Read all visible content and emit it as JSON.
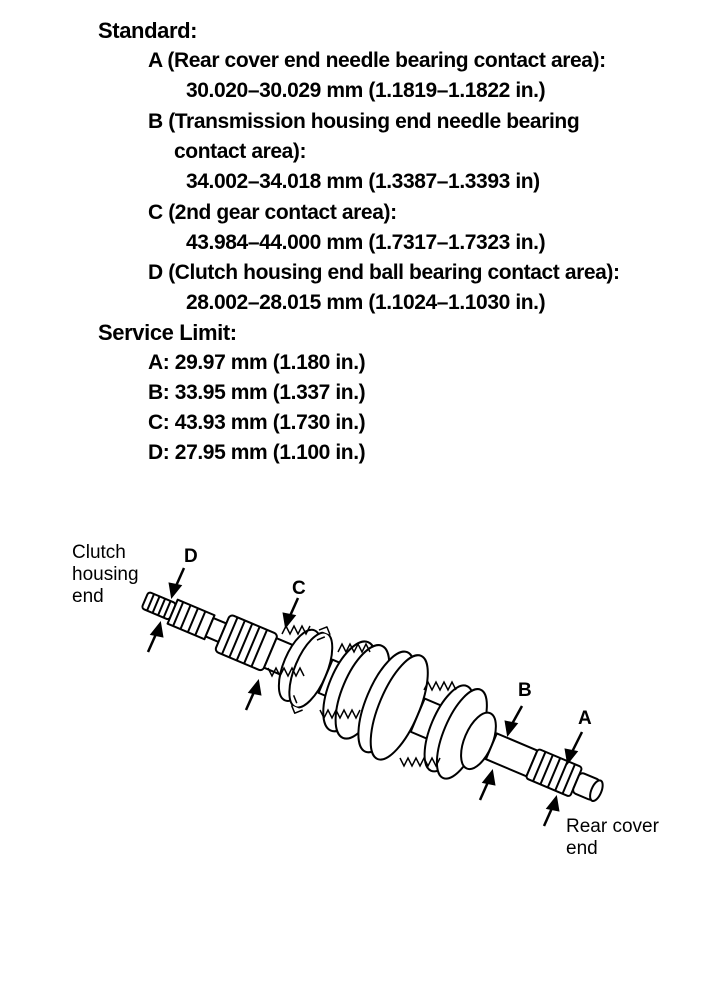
{
  "standard": {
    "heading": "Standard:",
    "a_label": "A (Rear cover end needle bearing contact area):",
    "a_value": "30.020–30.029 mm (1.1819–1.1822 in.)",
    "b_label": "B (Transmission housing end needle bearing",
    "b_label_cont": "contact area):",
    "b_value": "34.002–34.018 mm (1.3387–1.3393 in)",
    "c_label": "C (2nd gear contact area):",
    "c_value": "43.984–44.000 mm (1.7317–1.7323 in.)",
    "d_label": "D (Clutch housing end ball bearing contact area):",
    "d_value": "28.002–28.015 mm (1.1024–1.1030 in.)"
  },
  "service_limit": {
    "heading": "Service Limit:",
    "a": "A:  29.97 mm (1.180 in.)",
    "b": "B:  33.95 mm (1.337 in.)",
    "c": "C:  43.93 mm (1.730 in.)",
    "d": "D:  27.95 mm (1.100 in.)"
  },
  "figure": {
    "clutch_end_line1": "Clutch",
    "clutch_end_line2": "housing",
    "clutch_end_line3": "end",
    "rear_end_line1": "Rear cover",
    "rear_end_line2": "end",
    "letter_a": "A",
    "letter_b": "B",
    "letter_c": "C",
    "letter_d": "D"
  }
}
